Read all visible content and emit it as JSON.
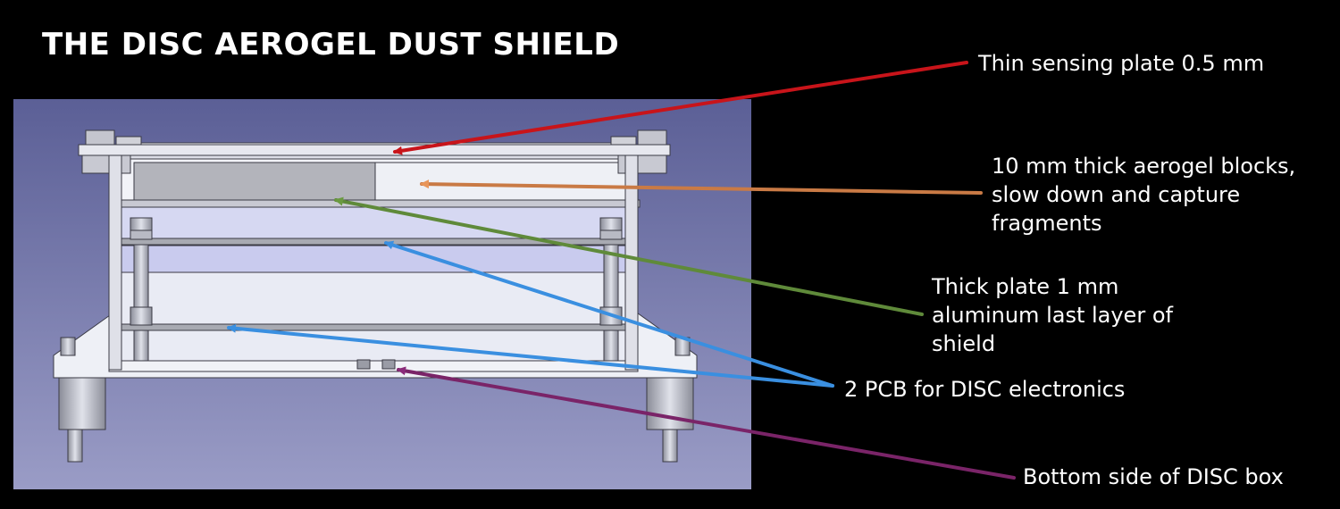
{
  "title": "THE DISC AEROGEL DUST SHIELD",
  "callouts": [
    {
      "id": "thin-plate",
      "lines": [
        "Thin sensing plate 0.5 mm"
      ],
      "color": "#c8141a"
    },
    {
      "id": "aerogel",
      "lines": [
        "10 mm thick aerogel blocks,",
        "slow down and capture",
        "fragments"
      ],
      "color": "#e8955a"
    },
    {
      "id": "thick-plate",
      "lines": [
        "Thick plate 1 mm",
        "aluminum last layer of",
        "shield"
      ],
      "color": "#5f8a3a"
    },
    {
      "id": "pcb",
      "lines": [
        "2 PCB for DISC electronics"
      ],
      "color": "#3a8fe0"
    },
    {
      "id": "bottom",
      "lines": [
        "Bottom side of DISC box"
      ],
      "color": "#8a2a7a"
    }
  ]
}
